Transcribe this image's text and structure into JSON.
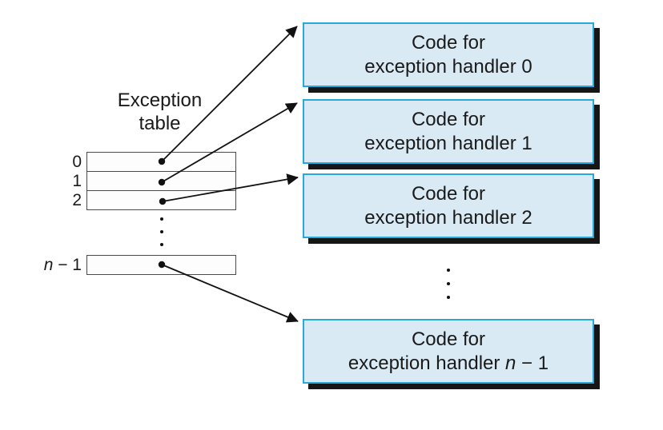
{
  "title": {
    "line1": "Exception",
    "line2": "table"
  },
  "table": {
    "rows": [
      {
        "label_before": "0",
        "label_var": "",
        "label_after": ""
      },
      {
        "label_before": "1",
        "label_var": "",
        "label_after": ""
      },
      {
        "label_before": "2",
        "label_var": "",
        "label_after": ""
      },
      {
        "label_before": "",
        "label_var": "n",
        "label_after": " − 1"
      }
    ]
  },
  "handlers": [
    {
      "line1": "Code for",
      "line2_before": "exception handler 0",
      "line2_var": "",
      "line2_after": ""
    },
    {
      "line1": "Code for",
      "line2_before": "exception handler 1",
      "line2_var": "",
      "line2_after": ""
    },
    {
      "line1": "Code for",
      "line2_before": "exception handler 2",
      "line2_var": "",
      "line2_after": ""
    },
    {
      "line1": "Code for",
      "line2_before": "exception handler ",
      "line2_var": "n",
      "line2_after": " − 1"
    }
  ],
  "icons": {
    "vertical_ellipsis": "⋮",
    "pointer_dot": "•",
    "arrowhead": "➤"
  },
  "colors": {
    "background": "#ffffff",
    "text": "#1a1a1a",
    "box_fill": "#d9eaf4",
    "box_border": "#29a8dc",
    "box_shadow": "#161616",
    "table_fill": "#fdfdfd",
    "table_border": "#4a4a4a",
    "arrow": "#111111"
  }
}
